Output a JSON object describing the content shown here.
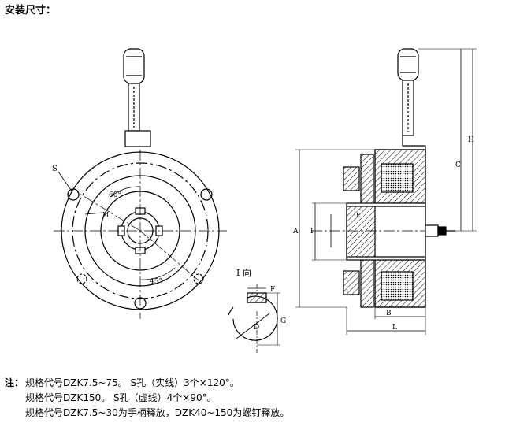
{
  "header": {
    "title": "安装尺寸："
  },
  "figure": {
    "view_label": "I  向",
    "front": {
      "s_label": "S",
      "m_label": "M",
      "angle_60": "60°",
      "angle_45": "45°"
    },
    "side": {
      "labels": [
        "A",
        "I",
        "E",
        "C",
        "H",
        "B",
        "L"
      ]
    },
    "detail": {
      "f": "F",
      "d": "D",
      "g": "G"
    }
  },
  "notes": {
    "label": "注：",
    "lines": [
      "规格代号DZK7.5~75。 S孔（实线）3个×120°。",
      "规格代号DZK150。 S孔（虚线）4个×90°。",
      "规格代号DZK7.5~30为手柄释放，DZK40~150为螺钉释放。"
    ]
  }
}
